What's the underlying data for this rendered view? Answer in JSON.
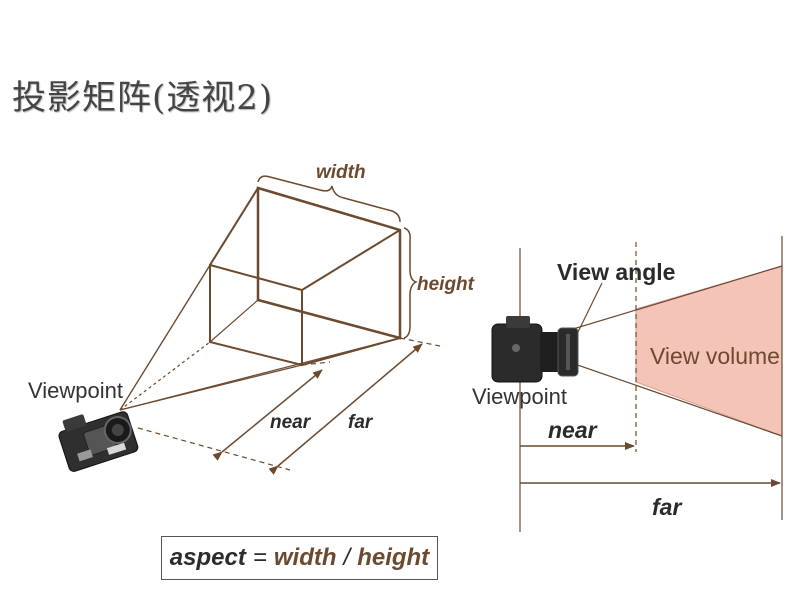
{
  "title": "投影矩阵(透视2)",
  "left_diagram": {
    "width_label": "width",
    "height_label": "height",
    "near_label": "near",
    "far_label": "far",
    "viewpoint_label": "Viewpoint"
  },
  "right_diagram": {
    "view_angle_label": "View angle",
    "view_volume_label": "View volume",
    "viewpoint_label": "Viewpoint",
    "near_label": "near",
    "far_label": "far"
  },
  "formula": {
    "lhs": "aspect",
    "equals": "=",
    "numerator": "width",
    "divider": "/",
    "denominator": "height"
  },
  "colors": {
    "line": "#6b4a2f",
    "volume_fill": "#f4c4b8",
    "volume_stroke": "#d9a093",
    "text_dark": "#2b2b2b",
    "title_text": "#444444"
  }
}
